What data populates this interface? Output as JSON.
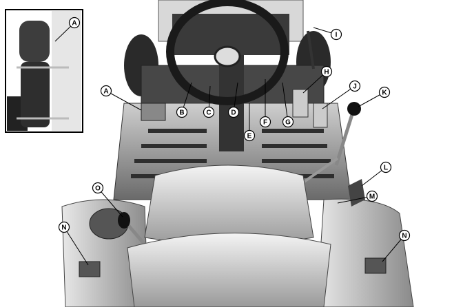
{
  "figure": {
    "inset_callout": "A",
    "callouts": [
      "A",
      "B",
      "C",
      "D",
      "E",
      "F",
      "G",
      "H",
      "I",
      "J",
      "K",
      "L",
      "M",
      "N",
      "N",
      "O"
    ]
  }
}
